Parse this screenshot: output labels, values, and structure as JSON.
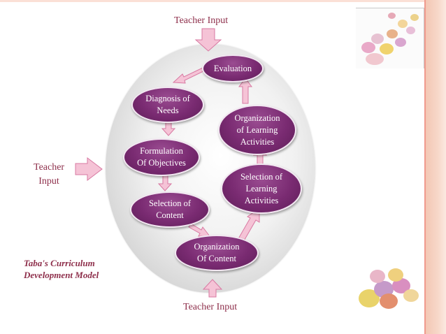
{
  "diagram": {
    "model_title": "Taba's Curriculum\nDevelopment Model",
    "external_inputs": {
      "top": "Teacher Input",
      "left": "Teacher\nInput",
      "bottom": "Teacher Input"
    },
    "nodes": {
      "evaluation": "Evaluation",
      "diagnosis": "Diagnosis of\nNeeds",
      "formulation": "Formulation\nOf Objectives",
      "selection_content": "Selection of\nContent",
      "organization_content": "Organization\nOf Content",
      "selection_activities": "Selection of\nLearning\nActivities",
      "organization_activities": "Organization\nof Learning\nActivities"
    }
  },
  "colors": {
    "node_fill": "#7a2b72",
    "arrow_fill": "#f5c3d6",
    "arrow_stroke": "#d879a2",
    "label_text": "#8e2f4b"
  }
}
